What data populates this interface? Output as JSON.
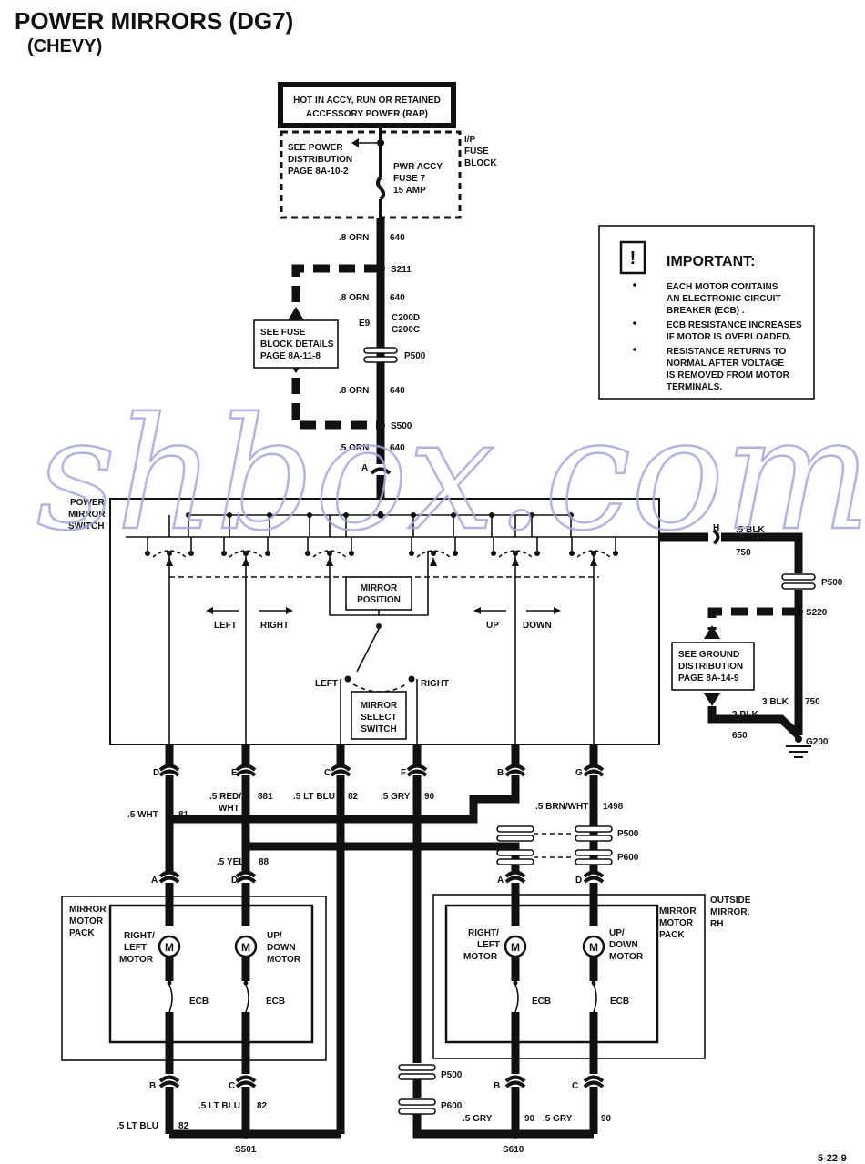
{
  "title": "POWER MIRRORS (DG7)",
  "subtitle": "(CHEVY)",
  "watermark": "shbox.com",
  "page_number": "5-22-9",
  "power_box": {
    "line1": "HOT IN ACCY, RUN OR RETAINED",
    "line2": "ACCESSORY POWER (RAP)"
  },
  "power_dist": {
    "line1": "SEE POWER",
    "line2": "DISTRIBUTION",
    "line3": "PAGE 8A-10-2"
  },
  "fuse": {
    "line1": "PWR ACCY",
    "line2": "FUSE 7",
    "line3": "15 AMP"
  },
  "fuse_block": {
    "line1": "I/P",
    "line2": "FUSE",
    "line3": "BLOCK"
  },
  "fuse_details": {
    "line1": "SEE FUSE",
    "line2": "BLOCK DETAILS",
    "line3": "PAGE 8A-11-8"
  },
  "ground_dist": {
    "line1": "SEE GROUND",
    "line2": "DISTRIBUTION",
    "line3": "PAGE 8A-14-9"
  },
  "important": {
    "heading": "IMPORTANT:",
    "icon": "exclamation-icon",
    "bullets": [
      [
        "EACH MOTOR CONTAINS",
        "AN ELECTRONIC CIRCUIT",
        "BREAKER (ECB) ."
      ],
      [
        "ECB RESISTANCE INCREASES",
        "IF MOTOR IS OVERLOADED."
      ],
      [
        "RESISTANCE RETURNS TO",
        "NORMAL AFTER VOLTAGE",
        "IS REMOVED FROM MOTOR",
        "TERMINALS."
      ]
    ]
  },
  "wires": {
    "w1": ".8 ORN",
    "c1": "640",
    "w2": ".8 ORN",
    "c2": "640",
    "w3": ".8 ORN",
    "c3": "640",
    "w4": ".5 ORN",
    "c4": "640",
    "ground_h": ".5 BLK",
    "ground_h_c": "750",
    "ground_v": "3 BLK",
    "ground_v_c": "750",
    "ground_b": "3 BLK",
    "ground_b_c": "650",
    "d_wire": ".5 WHT",
    "d_c": "81",
    "e_wire1": ".5 RED/",
    "e_wire2": "WHT",
    "e_c": "881",
    "c_wire": ".5 LT BLU",
    "c_c": "82",
    "f_wire": ".5 GRY",
    "f_c": "90",
    "g_wire": ".5 BRN/WHT",
    "g_c": "1498",
    "yel_wire": ".5 YEL",
    "yel_c": "88",
    "lb1": ".5 LT BLU",
    "lb1_c": "82",
    "lb2": ".5 LT BLU",
    "lb2_c": "82",
    "gry1": ".5 GRY",
    "gry1_c": "90",
    "gry2": ".5 GRY",
    "gry2_c": "90"
  },
  "splices": {
    "s211": "S211",
    "s500": "S500",
    "s220": "S220",
    "s501": "S501",
    "s610": "S610",
    "g200": "G200"
  },
  "connectors": {
    "e9": "E9",
    "c200d": "C200D",
    "c200c": "C200C",
    "p500": "P500",
    "p600": "P600",
    "a": "A",
    "h": "H",
    "d": "D",
    "e": "E",
    "c": "C",
    "f": "F",
    "b": "B",
    "g": "G"
  },
  "switch": {
    "label1": "POWER",
    "label2": "MIRROR",
    "label3": "SWITCH",
    "mirror_position1": "MIRROR",
    "mirror_position2": "POSITION",
    "left": "LEFT",
    "right": "RIGHT",
    "up": "UP",
    "down": "DOWN",
    "select_left": "LEFT",
    "select_right": "RIGHT",
    "select1": "MIRROR",
    "select2": "SELECT",
    "select3": "SWITCH"
  },
  "left_pack": {
    "label1": "MIRROR",
    "label2": "MOTOR",
    "label3": "PACK",
    "m1a": "RIGHT/",
    "m1b": "LEFT",
    "m1c": "MOTOR",
    "m2a": "UP/",
    "m2b": "DOWN",
    "m2c": "MOTOR",
    "motor_symbol": "M",
    "ecb": "ECB"
  },
  "right_pack": {
    "out1": "OUTSIDE",
    "out2": "MIRROR,",
    "out3": "RH",
    "label1": "MIRROR",
    "label2": "MOTOR",
    "label3": "PACK",
    "m1a": "RIGHT/",
    "m1b": "LEFT",
    "m1c": "MOTOR",
    "m2a": "UP/",
    "m2b": "DOWN",
    "m2c": "MOTOR",
    "motor_symbol": "M",
    "ecb": "ECB"
  }
}
